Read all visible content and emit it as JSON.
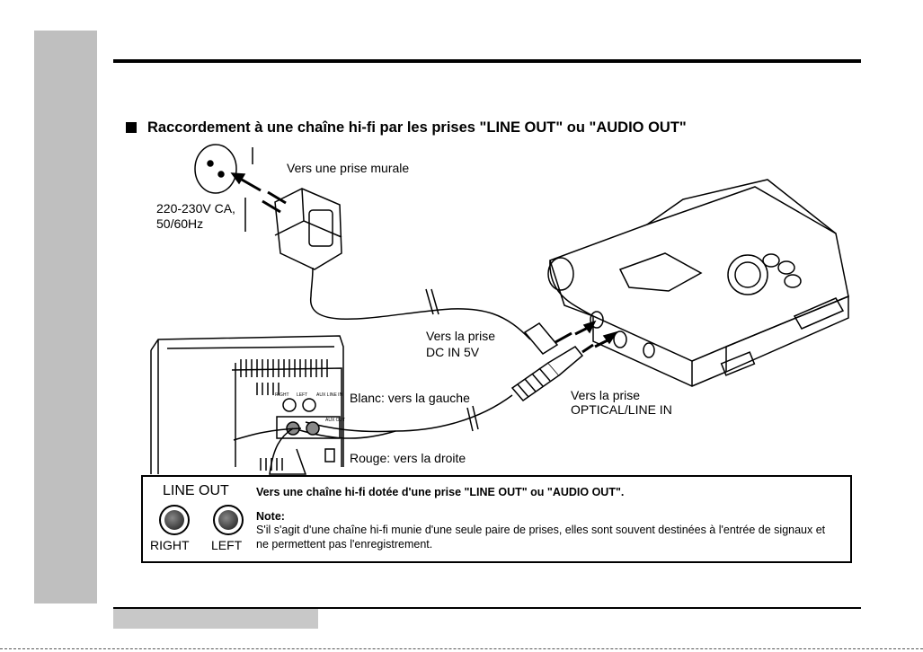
{
  "heading": "Raccordement à une chaîne hi-fi par les prises \"LINE OUT\" ou \"AUDIO OUT\"",
  "labels": {
    "wall_outlet": "Vers une prise murale",
    "voltage_line1": "220-230V CA,",
    "voltage_line2": "50/60Hz",
    "dc_in_line1": "Vers la prise",
    "dc_in_line2": "DC IN 5V",
    "white_cable": "Blanc: vers la gauche",
    "optical_line1": "Vers la prise",
    "optical_line2": "OPTICAL/LINE IN",
    "red_cable": "Rouge: vers la droite"
  },
  "device_markings": {
    "right": "RIGHT",
    "left": "LEFT",
    "aux_line_in": "AUX LINE IN",
    "aux_out": "AUX OUT"
  },
  "note_box": {
    "line_out_label": "LINE OUT",
    "right_label": "RIGHT",
    "left_label": "LEFT",
    "title": "Vers une chaîne hi-fi dotée d'une prise \"LINE OUT\" ou \"AUDIO OUT\".",
    "note_heading": "Note:",
    "note_text": "S'il s'agit d'une chaîne hi-fi munie d'une seule paire de prises, elles sont souvent destinées à l'entrée de signaux et ne permettent pas l'enregistrement."
  }
}
